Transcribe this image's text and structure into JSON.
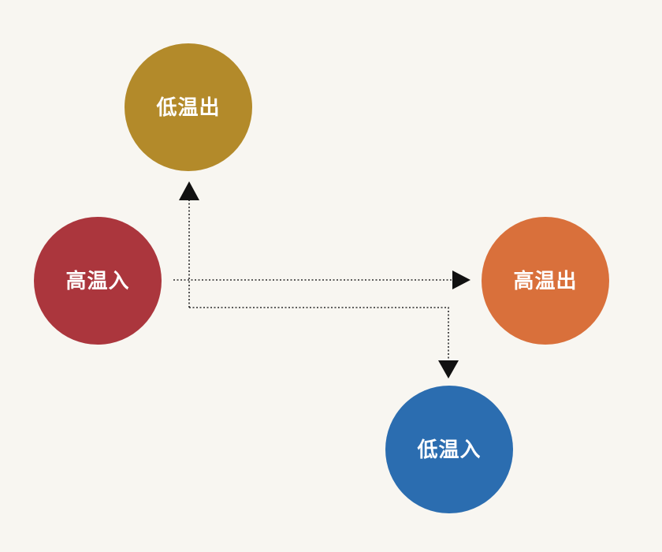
{
  "nodes": [
    {
      "id": "low-temp-out",
      "label": "低温出",
      "color": "#b38a2a"
    },
    {
      "id": "high-temp-in",
      "label": "高温入",
      "color": "#ab363d"
    },
    {
      "id": "high-temp-out",
      "label": "高温出",
      "color": "#d9703b"
    },
    {
      "id": "low-temp-in",
      "label": "低温入",
      "color": "#2b6db0"
    }
  ],
  "edges": [
    {
      "from": "high-temp-in",
      "to": "high-temp-out"
    },
    {
      "from": "high-temp-in",
      "to": "low-temp-out"
    },
    {
      "from": "high-temp-in",
      "to": "low-temp-in"
    }
  ]
}
